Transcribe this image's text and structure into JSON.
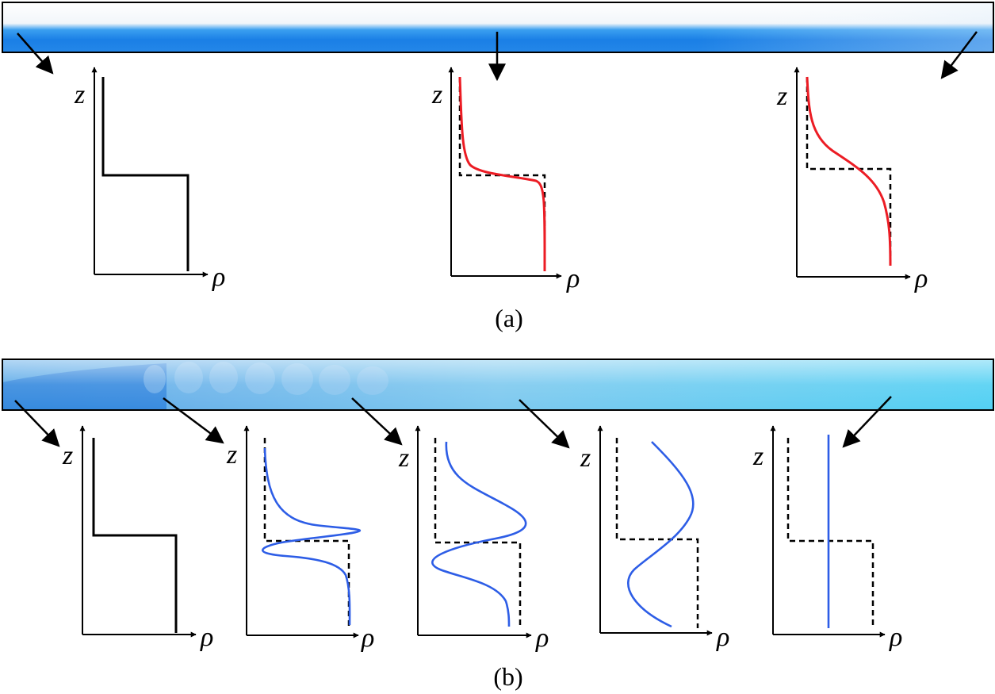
{
  "panels": [
    {
      "id": "a",
      "label": "(a)",
      "colors": {
        "tank": "#1e82e6",
        "curve": "#ec1c24"
      },
      "profiles": [
        {
          "axis_y": "z",
          "axis_x": "ρ",
          "kind": "initial-step"
        },
        {
          "axis_y": "z",
          "axis_x": "ρ",
          "kind": "diffused",
          "color": "#ec1c24"
        },
        {
          "axis_y": "z",
          "axis_x": "ρ",
          "kind": "diffused-wide",
          "color": "#ec1c24"
        }
      ]
    },
    {
      "id": "b",
      "label": "(b)",
      "colors": {
        "tank": "#46b4ea",
        "curve": "#2d5de6"
      },
      "profiles": [
        {
          "axis_y": "z",
          "axis_x": "ρ",
          "kind": "initial-step"
        },
        {
          "axis_y": "z",
          "axis_x": "ρ",
          "kind": "mixing-sharp",
          "color": "#2d5de6"
        },
        {
          "axis_y": "z",
          "axis_x": "ρ",
          "kind": "mixing-broad",
          "color": "#2d5de6"
        },
        {
          "axis_y": "z",
          "axis_x": "ρ",
          "kind": "mixing-wave",
          "color": "#2d5de6"
        },
        {
          "axis_y": "z",
          "axis_x": "ρ",
          "kind": "fully-mixed",
          "color": "#2d5de6"
        }
      ]
    }
  ]
}
